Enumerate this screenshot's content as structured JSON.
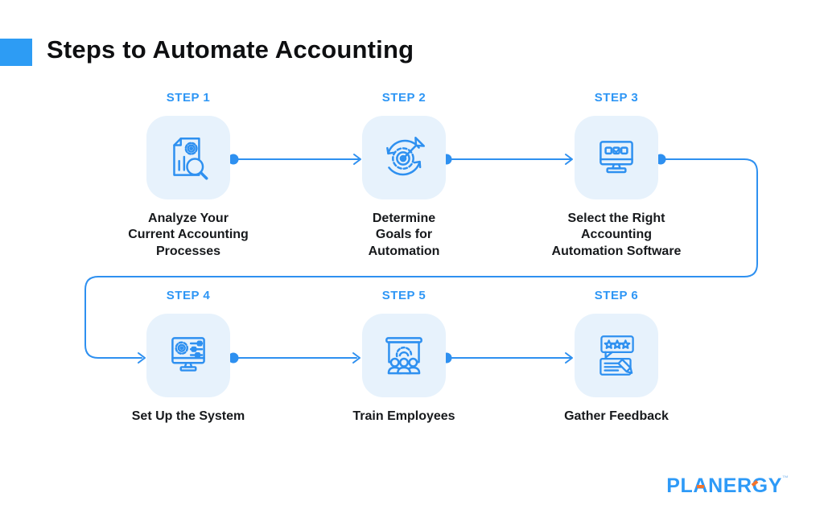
{
  "header": {
    "title": "Steps to Automate Accounting"
  },
  "steps": [
    {
      "label": "STEP 1",
      "title": "Analyze Your\nCurrent Accounting\nProcesses",
      "icon": "document-analysis-icon"
    },
    {
      "label": "STEP 2",
      "title": "Determine\nGoals for\nAutomation",
      "icon": "goals-target-icon"
    },
    {
      "label": "STEP 3",
      "title": "Select the Right\nAccounting\nAutomation Software",
      "icon": "software-checklist-monitor-icon"
    },
    {
      "label": "STEP 4",
      "title": "Set Up the System",
      "icon": "system-setup-monitor-icon"
    },
    {
      "label": "STEP 5",
      "title": "Train Employees",
      "icon": "training-presentation-icon"
    },
    {
      "label": "STEP 6",
      "title": "Gather Feedback",
      "icon": "feedback-review-icon"
    }
  ],
  "footer": {
    "brand": "PLANERGY",
    "trademark": "™"
  },
  "colors": {
    "accent_blue": "#2D9CF4",
    "step_label_blue": "#2E96F5",
    "line_blue": "#2E90F0",
    "box_background": "#E7F2FC",
    "text_dark": "#17191C",
    "logo_blue": "#2E9AF7",
    "logo_orange": "#F4732C"
  }
}
